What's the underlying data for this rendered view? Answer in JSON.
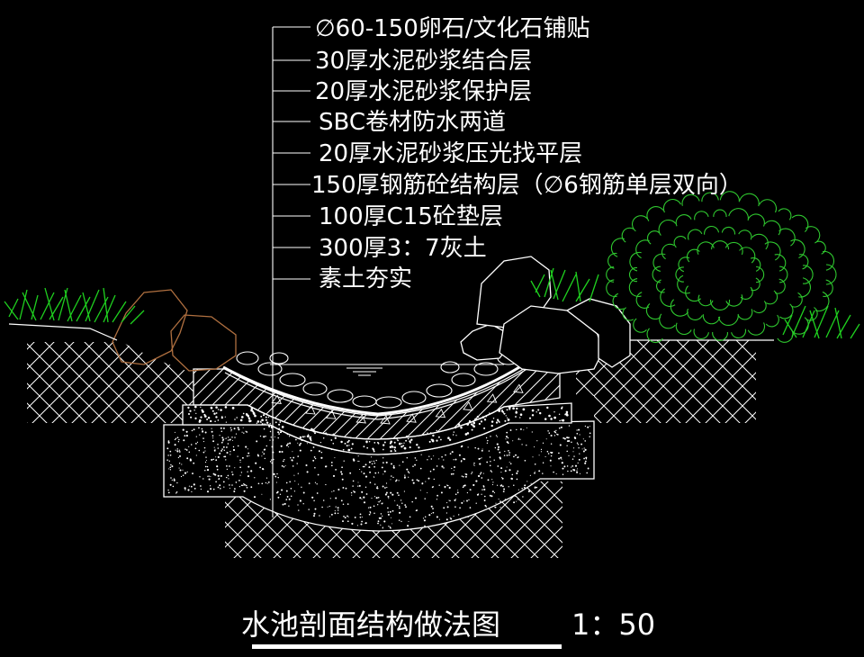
{
  "layers": [
    "∅60-150卵石/文化石铺贴",
    "30厚水泥砂浆结合层",
    "20厚水泥砂浆保护层",
    "SBC卷材防水两道",
    "20厚水泥砂浆压光找平层",
    "150厚钢筋砼结构层（∅6钢筋单层双向）",
    "100厚C15砼垫层",
    "300厚3：7灰土",
    "素土夯实"
  ],
  "title": "水池剖面结构做法图",
  "scale": "1：50",
  "colors": {
    "background": "#000000",
    "linework": "#ffffff",
    "grass": "#1fd11f",
    "shrub": "#2fc82f",
    "rock_left": "#b07040"
  }
}
